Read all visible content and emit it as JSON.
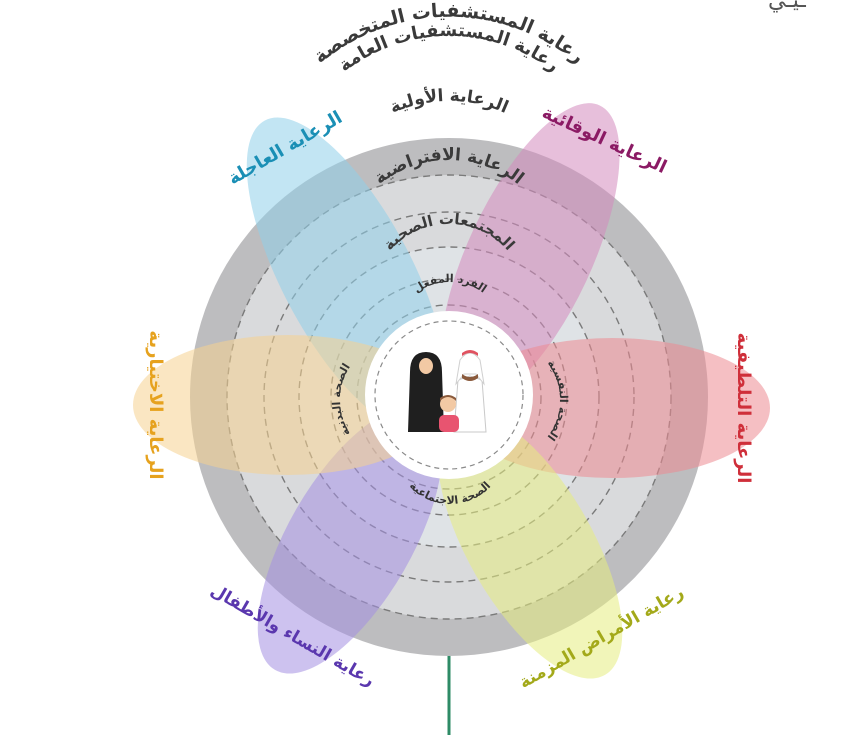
{
  "header_fragment": "ـيـي",
  "rings": [
    {
      "label": "رعاية المستشفيات المتخصصة"
    },
    {
      "label": "رعاية المستشفيات العامة"
    },
    {
      "label": "الرعاية الأولية"
    },
    {
      "label": "الرعاية الافتراضية"
    },
    {
      "label": "المجتمعات الصحية"
    }
  ],
  "petals": [
    {
      "label": "الرعاية العاجلة",
      "color": "#8fcfe9",
      "text_color": "#1a8fb5"
    },
    {
      "label": "الرعاية الوقائية",
      "color": "#d48bbd",
      "text_color": "#8b1a64"
    },
    {
      "label": "الرعاية التلطيفية",
      "color": "#ec8b92",
      "text_color": "#cf2f3a"
    },
    {
      "label": "رعاية الأمراض المزمنة",
      "color": "#e6ec7f",
      "text_color": "#a3a91a"
    },
    {
      "label": "رعاية النساء والأطفال",
      "color": "#a48fe2",
      "text_color": "#5a37ae"
    },
    {
      "label": "الرعاية الاختيارية",
      "color": "#f6d28f",
      "text_color": "#e6a21e"
    }
  ],
  "center": {
    "title": "الفرد المفعل",
    "physical": "الصحة البدنية",
    "mental": "الصحة النفسية",
    "social": "الصحة الاجتماعية"
  },
  "colors": {
    "outer_disc": "#bdbdbf",
    "inner_disc": "#d9dadc",
    "core_disc": "#dfe3e6",
    "connector": "#2e8b66"
  }
}
